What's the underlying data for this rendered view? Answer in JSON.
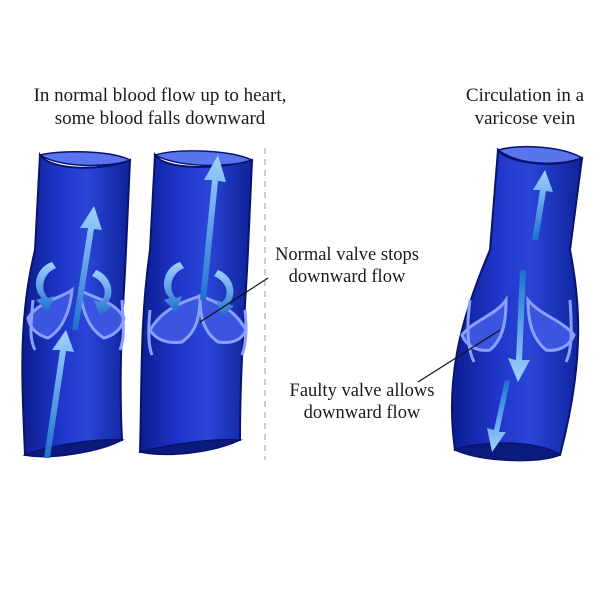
{
  "captions": {
    "normal_flow": [
      "In normal blood flow up to heart,",
      "some blood falls downward"
    ],
    "varicose": [
      "Circulation in a",
      "varicose vein"
    ]
  },
  "callouts": {
    "normal_valve": [
      "Normal valve stops",
      "downward flow"
    ],
    "faulty_valve": [
      "Faulty valve allows",
      "downward flow"
    ]
  },
  "colors": {
    "vein_dark": "#0b1d8f",
    "vein_mid": "#1f36c9",
    "vein_light": "#5a74ee",
    "wall_edge": "#7f93ff",
    "arrow_blue": "#2f8ee6",
    "arrow_light": "#9fd2ff"
  },
  "icons": [
    "blood-flow-arrow-icon",
    "valve-icon"
  ]
}
